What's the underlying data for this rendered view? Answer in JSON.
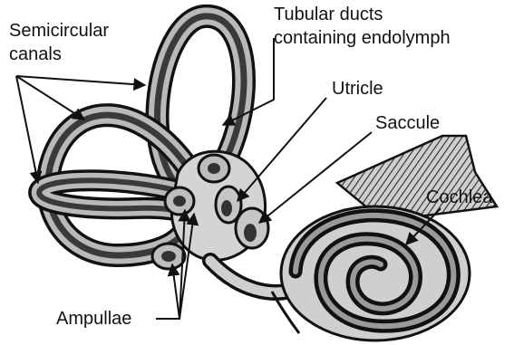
{
  "labels": {
    "semicircular_line1": "Semicircular",
    "semicircular_line2": "canals",
    "tubular_line1": "Tubular ducts",
    "tubular_line2": "containing endolymph",
    "utricle": "Utricle",
    "saccule": "Saccule",
    "cochlea": "Cochlea",
    "ampullae": "Ampullae"
  }
}
